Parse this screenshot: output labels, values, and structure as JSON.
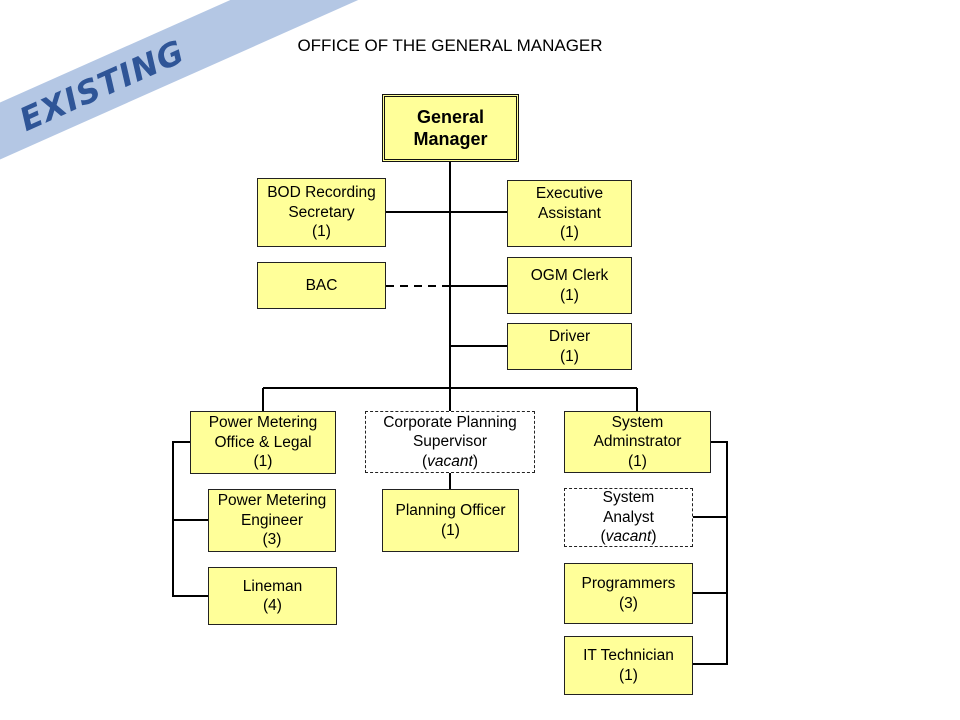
{
  "banner": {
    "label": "EXISTING"
  },
  "title": "OFFICE OF THE GENERAL MANAGER",
  "general_manager": {
    "line1": "General",
    "line2": "Manager"
  },
  "staff": {
    "bod_secretary": {
      "line1": "BOD Recording",
      "line2": "Secretary",
      "count": "(1)"
    },
    "bac": {
      "line1": "BAC"
    },
    "executive_assistant": {
      "line1": "Executive",
      "line2": "Assistant",
      "count": "(1)"
    },
    "ogm_clerk": {
      "line1": "OGM Clerk",
      "count": "(1)"
    },
    "driver": {
      "line1": "Driver",
      "count": "(1)"
    }
  },
  "departments": {
    "power_metering": {
      "head": {
        "line1": "Power Metering",
        "line2": "Office & Legal",
        "count": "(1)"
      },
      "engineer": {
        "line1": "Power Metering",
        "line2": "Engineer",
        "count": "(3)"
      },
      "lineman": {
        "line1": "Lineman",
        "count": "(4)"
      }
    },
    "corporate_planning": {
      "head": {
        "line1": "Corporate Planning",
        "line2": "Supervisor",
        "open": "(",
        "vacant": "vacant",
        "close": ")"
      },
      "planning_officer": {
        "line1": "Planning Officer",
        "count": "(1)"
      }
    },
    "system_admin": {
      "head": {
        "line1": "System",
        "line2": "Adminstrator",
        "count": "(1)"
      },
      "analyst": {
        "line1": "System",
        "line2": "Analyst",
        "open": "(",
        "vacant": "vacant",
        "close": ")"
      },
      "programmers": {
        "line1": "Programmers",
        "count": "(3)"
      },
      "it_technician": {
        "line1": "IT Technician",
        "count": "(1)"
      }
    }
  },
  "colors": {
    "box_fill": "#ffff99",
    "banner_fill": "#b4c7e4",
    "banner_text": "#2f5597",
    "line": "#000000"
  }
}
